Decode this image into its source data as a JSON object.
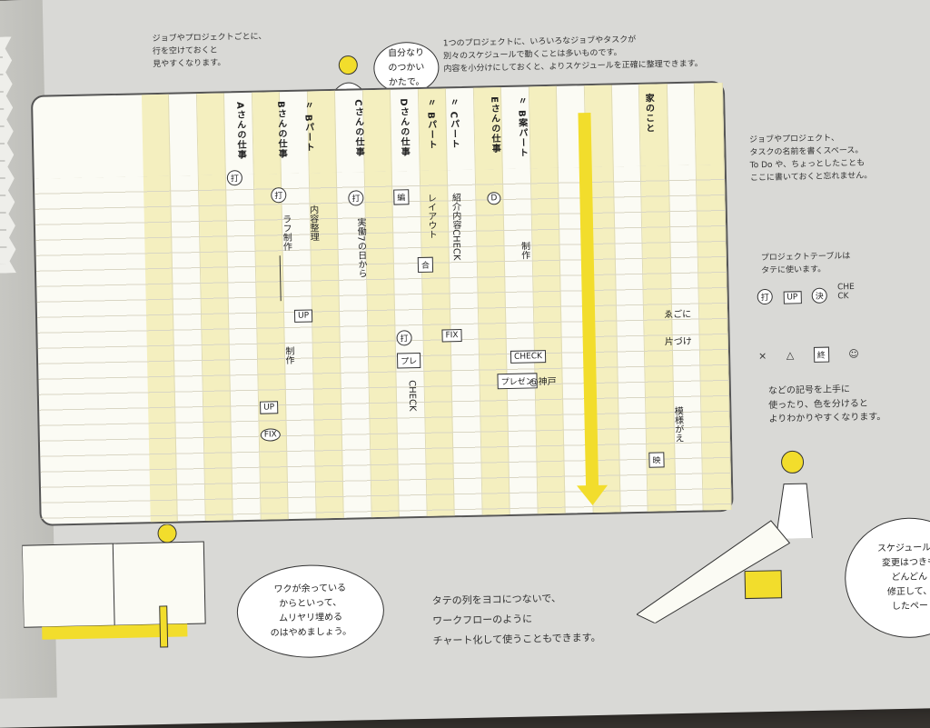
{
  "annotations": {
    "top_left": "ジョブやプロジェクトごとに、\n行を空けておくと\n見やすくなります。",
    "top_center": "1つのプロジェクトに、いろいろなジョブやタスクが\n別々のスケジュールで動くことは多いものです。\n内容を小分けにしておくと、よりスケジュールを正確に整理できます。",
    "right_top": "ジョブやプロジェクト、\nタスクの名前を書くスペース。\nTo Do や、ちょっとしたことも\nここに書いておくと忘れません。",
    "right_mid": "プロジェクトテーブルは\nタテに使います。",
    "right_bottom": "などの記号を上手に\n使ったり、色を分けると\nよりわかりやすくなります。",
    "bottom_center": "タテの列をヨコにつないで、\nワークフローのように\nチャート化して使うこともできます。"
  },
  "bubbles": {
    "top_person": "自分なり\nのつかい\nかたで。",
    "bottom_left": "ワクが余っている\nからといって、\nムリヤリ埋める\nのはやめましょう。",
    "bottom_right": "スケジュールに\n変更はつきも\nどんどん\n修正して、\nしたペー"
  },
  "headers": [
    "Aさんの仕事",
    "Bさんの仕事",
    "〃 Bパート",
    "Cさんの仕事",
    "Dさんの仕事",
    "〃 Bパート",
    "〃 Cパート",
    "Eさんの仕事",
    "〃 B案パート",
    "家のこと"
  ],
  "symbols": {
    "uchi": "打",
    "hen": "編",
    "go": "合",
    "up": "UP",
    "fix": "FIX",
    "pure": "プレ",
    "d": "D",
    "check": "CHECK",
    "presen": "プレゼン",
    "kobe": "@神戸",
    "ei": "映",
    "kettei": "決",
    "owari": "終"
  },
  "notes": {
    "rafu": "ラフ制作",
    "naiyou": "内容整理",
    "jitsudou": "実働7の日から",
    "layout": "レイアウト",
    "shoukai": "紹介内容CHECK",
    "seisaku": "制作",
    "seisaku2": "制作",
    "check2": "CHECK",
    "mo": "模様がえ",
    "ezo": "ゑごに",
    "katazuke": "片づけ"
  },
  "legend_symbols": [
    "打",
    "UP",
    "決",
    "CHE\nCK",
    "×",
    "△",
    "終",
    "☺"
  ]
}
